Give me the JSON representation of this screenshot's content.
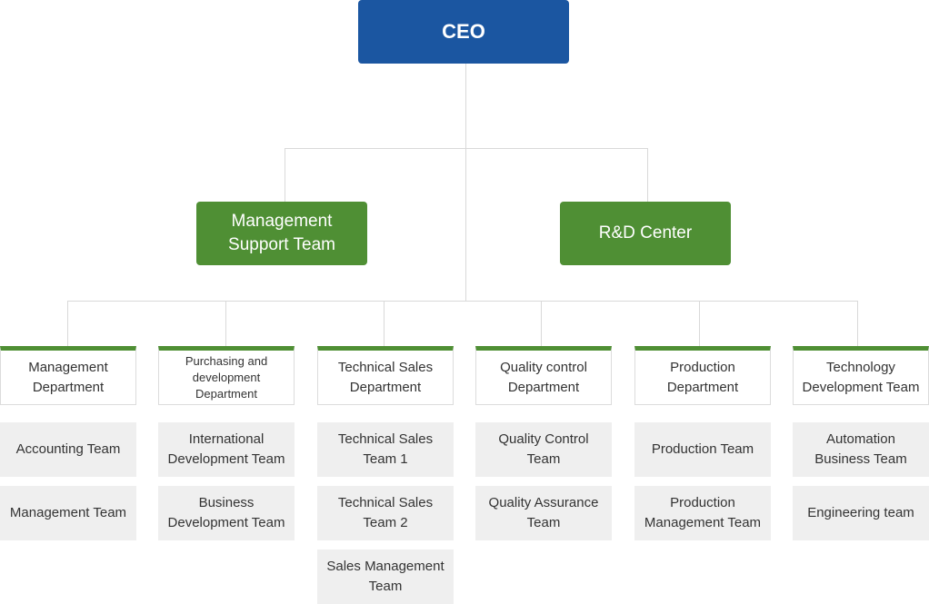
{
  "chart": {
    "ceo": "CEO",
    "level2": [
      "Management\nSupport Team",
      "R&D Center"
    ],
    "departments": [
      {
        "name": "Management\nDepartment",
        "teams": [
          "Accounting Team",
          "Management Team"
        ]
      },
      {
        "name": "Purchasing and\ndevelopment\nDepartment",
        "teams": [
          "International\nDevelopment Team",
          "Business\nDevelopment Team"
        ]
      },
      {
        "name": "Technical Sales\nDepartment",
        "teams": [
          "Technical Sales\nTeam 1",
          "Technical Sales\nTeam 2",
          "Sales Management\nTeam"
        ]
      },
      {
        "name": "Quality control\nDepartment",
        "teams": [
          "Quality Control\nTeam",
          "Quality Assurance\nTeam"
        ]
      },
      {
        "name": "Production\nDepartment",
        "teams": [
          "Production Team",
          "Production\nManagement Team"
        ]
      },
      {
        "name": "Technology\nDevelopment Team",
        "teams": [
          "Automation\nBusiness Team",
          "Engineering team"
        ]
      }
    ]
  },
  "colors": {
    "ceo": "#1b56a1",
    "level2": "#4f8f34",
    "dept_accent": "#4f8f34",
    "team_bg": "#efefef",
    "connector": "#d9d9d9"
  }
}
